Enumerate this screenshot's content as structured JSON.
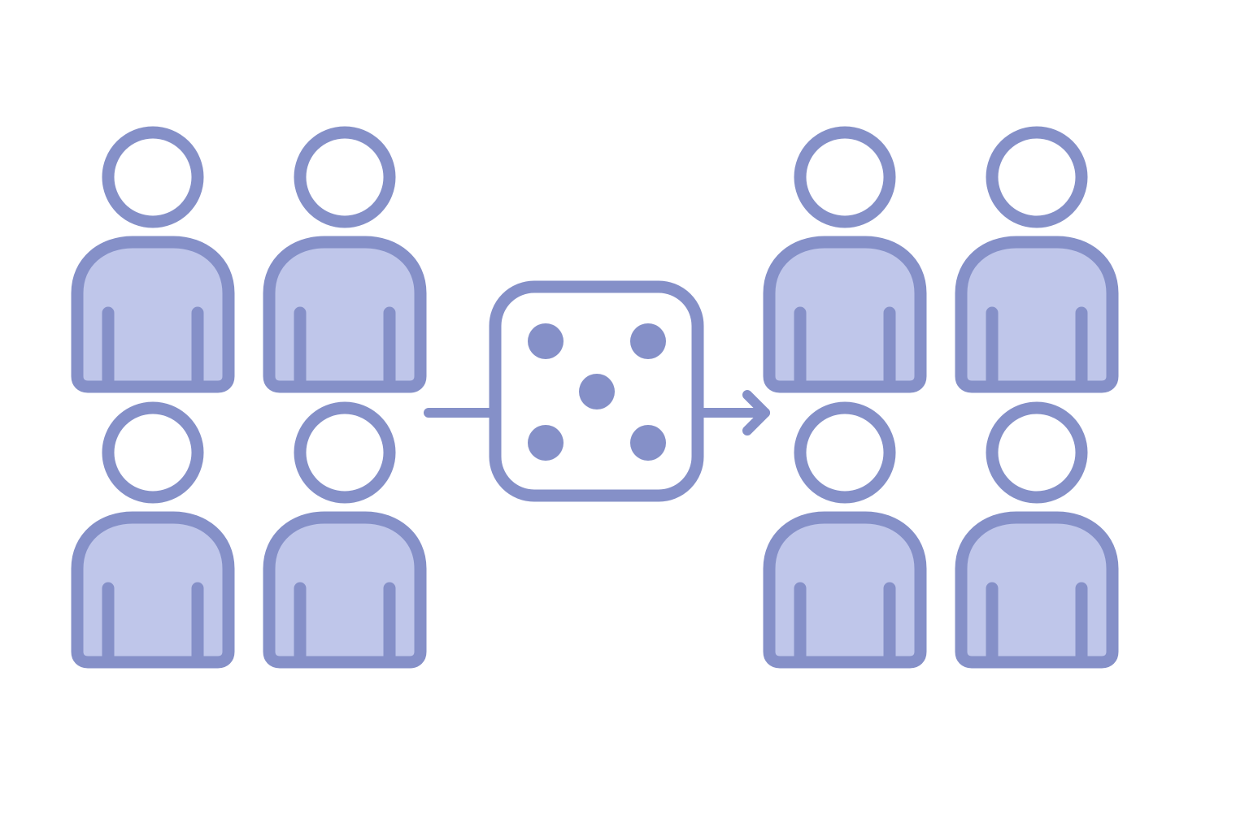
{
  "diagram": {
    "type": "random-assignment-illustration",
    "colors": {
      "background": "#ffffff",
      "stroke": "#8590c8",
      "body_fill": "#bfc6ea",
      "head_fill": "#ffffff",
      "pip": "#8590c8"
    },
    "icons": {
      "person": "person-icon",
      "die": "dice-five-icon",
      "arrow": "arrow-right-icon"
    },
    "input_group": {
      "count": 4,
      "icon": "person-icon"
    },
    "output_group": {
      "count": 4,
      "icon": "person-icon"
    },
    "die": {
      "face_value": 5
    }
  }
}
